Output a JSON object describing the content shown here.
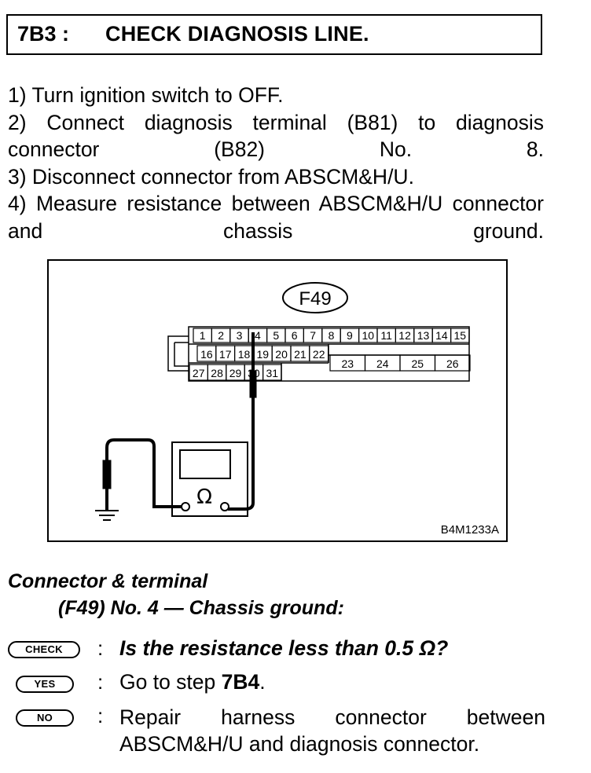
{
  "header": {
    "code": "7B3 :",
    "title": "CHECK DIAGNOSIS LINE."
  },
  "steps": [
    "1)  Turn ignition switch to OFF.",
    "2)  Connect diagnosis terminal (B81) to diagnosis connector (B82) No. 8.",
    "3)  Disconnect connector from ABSCM&H/U.",
    "4)  Measure resistance between ABSCM&H/U connector and chassis ground."
  ],
  "figure": {
    "connector_label": "F49",
    "figure_id": "B4M1233A",
    "ohm_symbol": "Ω",
    "pins_row1": [
      "1",
      "2",
      "3",
      "4",
      "5",
      "6",
      "7",
      "8",
      "9",
      "10",
      "11",
      "12",
      "13",
      "14",
      "15"
    ],
    "pins_row2": [
      "16",
      "17",
      "18",
      "19",
      "20",
      "21",
      "22"
    ],
    "pins_row2_right": [
      "23",
      "24",
      "25",
      "26"
    ],
    "pins_row3": [
      "27",
      "28",
      "29",
      "30",
      "31"
    ]
  },
  "connector_terminal": {
    "heading": "Connector & terminal",
    "detail": "(F49) No. 4 — Chassis ground:"
  },
  "decisions": {
    "check": {
      "badge": "CHECK",
      "colon": ":",
      "text": "Is the resistance less than 0.5 Ω?"
    },
    "yes": {
      "badge": "YES",
      "colon": ":",
      "text_prefix": "Go to step ",
      "text_step": "7B4",
      "text_suffix": "."
    },
    "no": {
      "badge": "NO",
      "colon": ":",
      "line1": "Repair harness connector between",
      "line2": "ABSCM&H/U and diagnosis connector."
    }
  }
}
